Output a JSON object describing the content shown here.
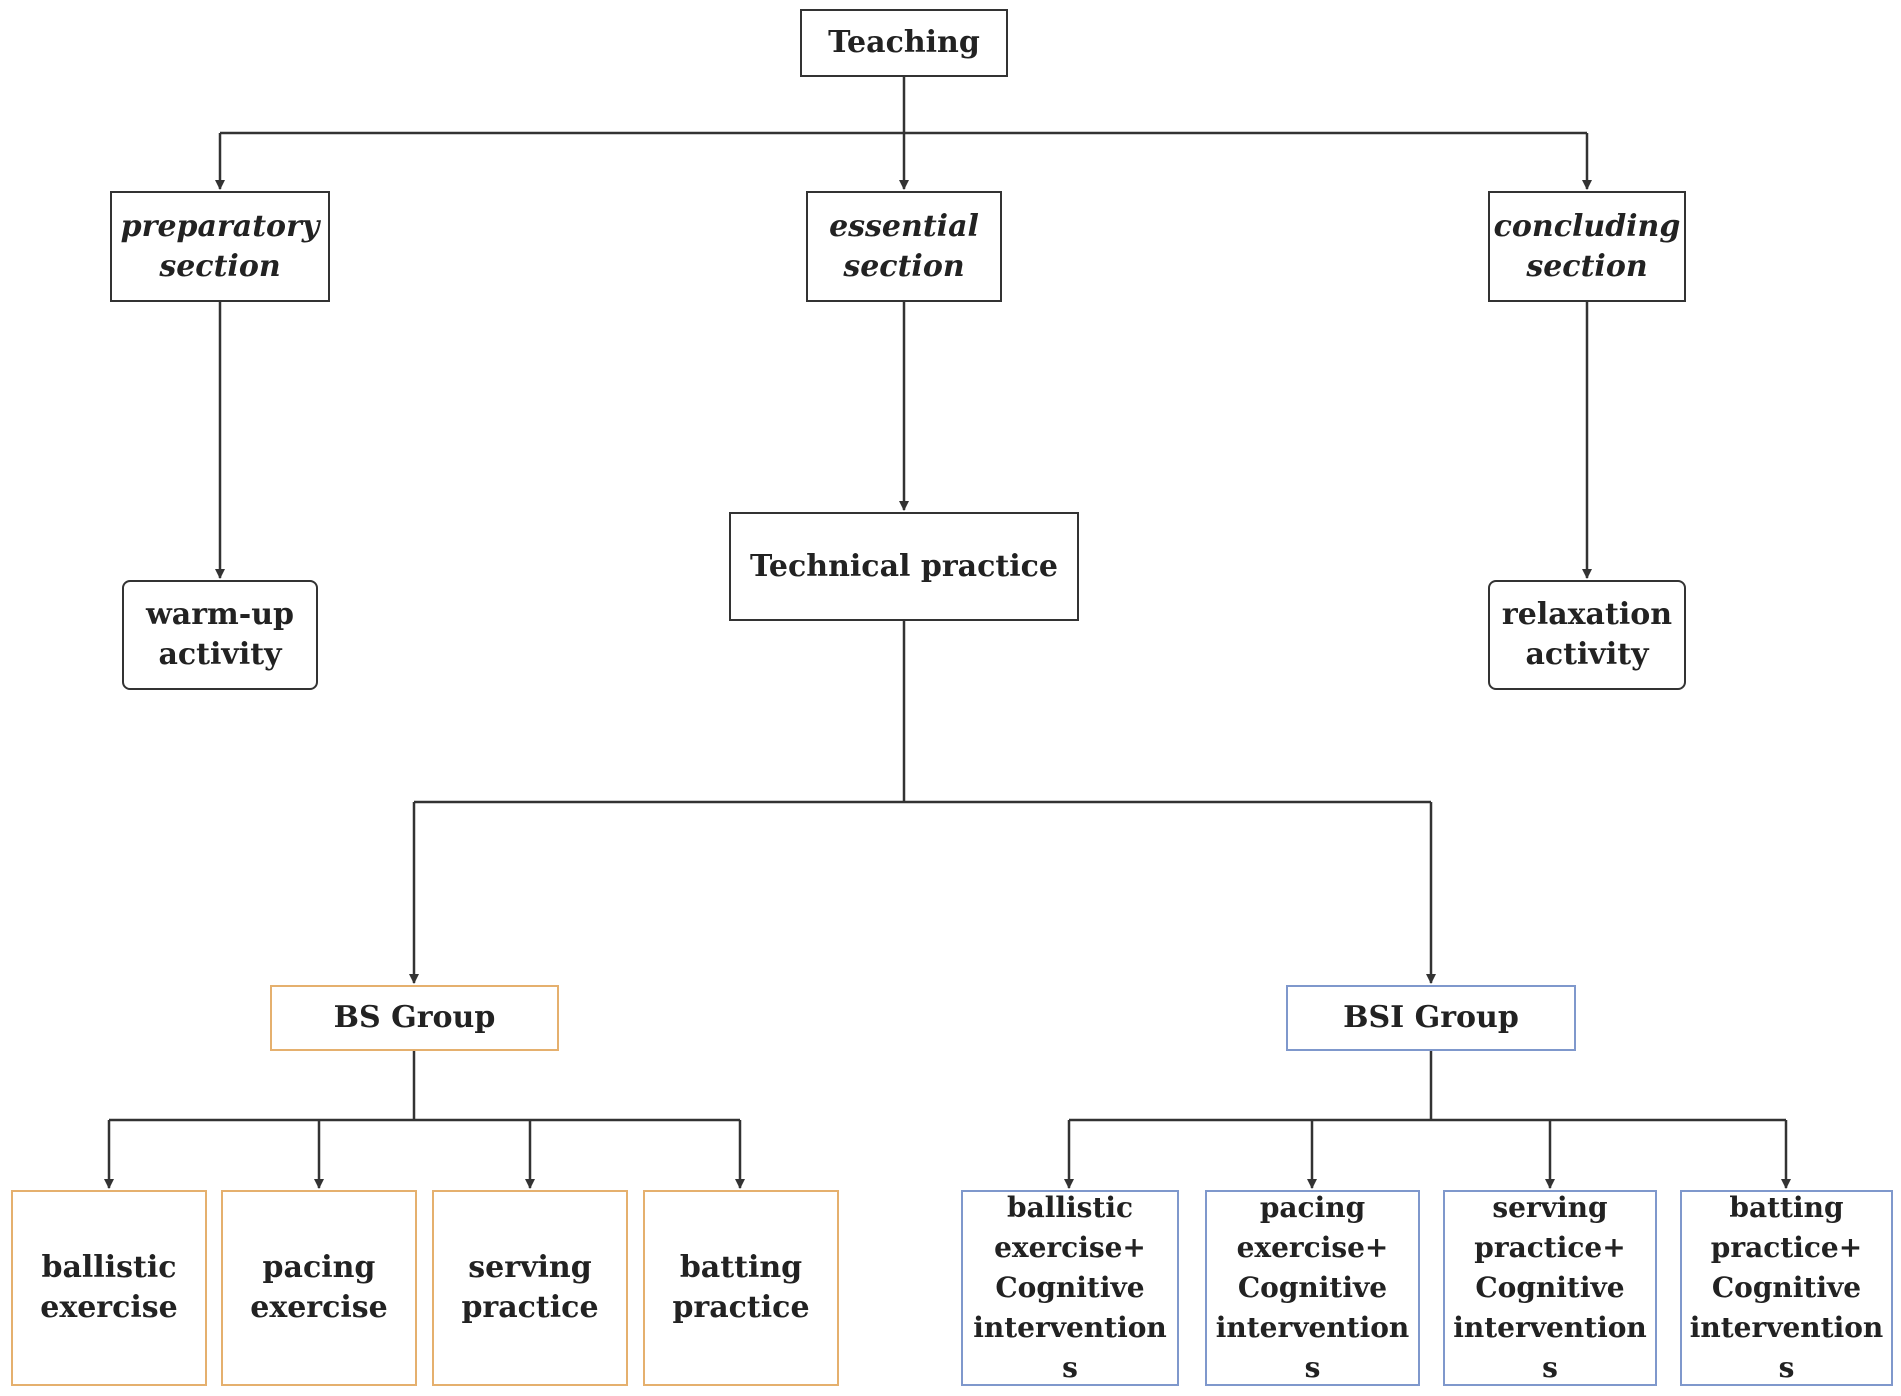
{
  "colors": {
    "line": "#333333",
    "bs_border": "#e5b06e",
    "bsi_border": "#7f98cc"
  },
  "nodes": {
    "teaching": "Teaching",
    "preparatory": "preparatory\nsection",
    "essential": "essential\nsection",
    "concluding": "concluding\nsection",
    "warmup": "warm-up\nactivity",
    "technical": "Technical practice",
    "relaxation": "relaxation\nactivity",
    "bs_group": "BS Group",
    "bsi_group": "BSI Group",
    "bs_items": [
      "ballistic\nexercise",
      "pacing\nexercise",
      "serving\npractice",
      "batting\npractice"
    ],
    "bsi_items": [
      "ballistic\nexercise+\nCognitive\nintervention\ns",
      "pacing\nexercise+\nCognitive\nintervention\ns",
      "serving\npractice+\nCognitive\nintervention\ns",
      "batting\npractice+\nCognitive\nintervention\ns"
    ]
  }
}
